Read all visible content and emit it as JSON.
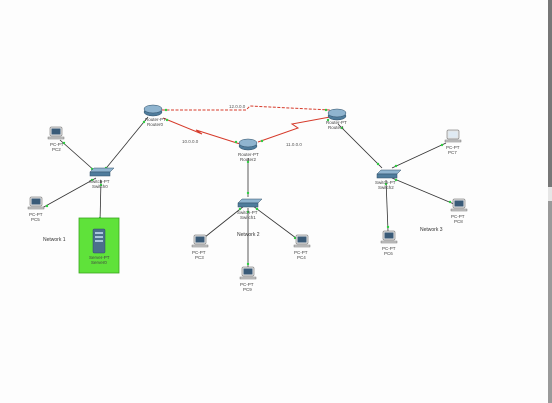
{
  "devices": {
    "router0": {
      "type": "Router-PT",
      "name": "Router0"
    },
    "router1": {
      "type": "Router-PT",
      "name": "Router1"
    },
    "router2": {
      "type": "Router-PT",
      "name": "Router2"
    },
    "switch0": {
      "type": "Switch-PT",
      "name": "Switch0"
    },
    "switch1": {
      "type": "Switch-PT",
      "name": "Switch1"
    },
    "switch2": {
      "type": "Switch-PT",
      "name": "Switch2"
    },
    "pc2": {
      "type": "PC-PT",
      "name": "PC2"
    },
    "pc3": {
      "type": "PC-PT",
      "name": "PC3"
    },
    "pc4": {
      "type": "PC-PT",
      "name": "PC4"
    },
    "pc5": {
      "type": "PC-PT",
      "name": "PC5"
    },
    "pc6": {
      "type": "PC-PT",
      "name": "PC6"
    },
    "pc7": {
      "type": "PC-PT",
      "name": "PC7"
    },
    "pc8": {
      "type": "PC-PT",
      "name": "PC8"
    },
    "pc9": {
      "type": "PC-PT",
      "name": "PC9"
    },
    "server0": {
      "type": "Server-PT",
      "name": "Server0"
    }
  },
  "networks": {
    "n1": "Network 1",
    "n2": "Network 2",
    "n3": "Network 3"
  },
  "links": {
    "r0_r1": "12.0.0.0",
    "r0_r2": "10.0.0.0",
    "r2_r1": "11.0.0.0"
  },
  "colors": {
    "server_bg": "#5fe23a",
    "serial_link": "#d63a2a",
    "ethernet_link": "#333333",
    "port_up": "#2ecc40"
  }
}
